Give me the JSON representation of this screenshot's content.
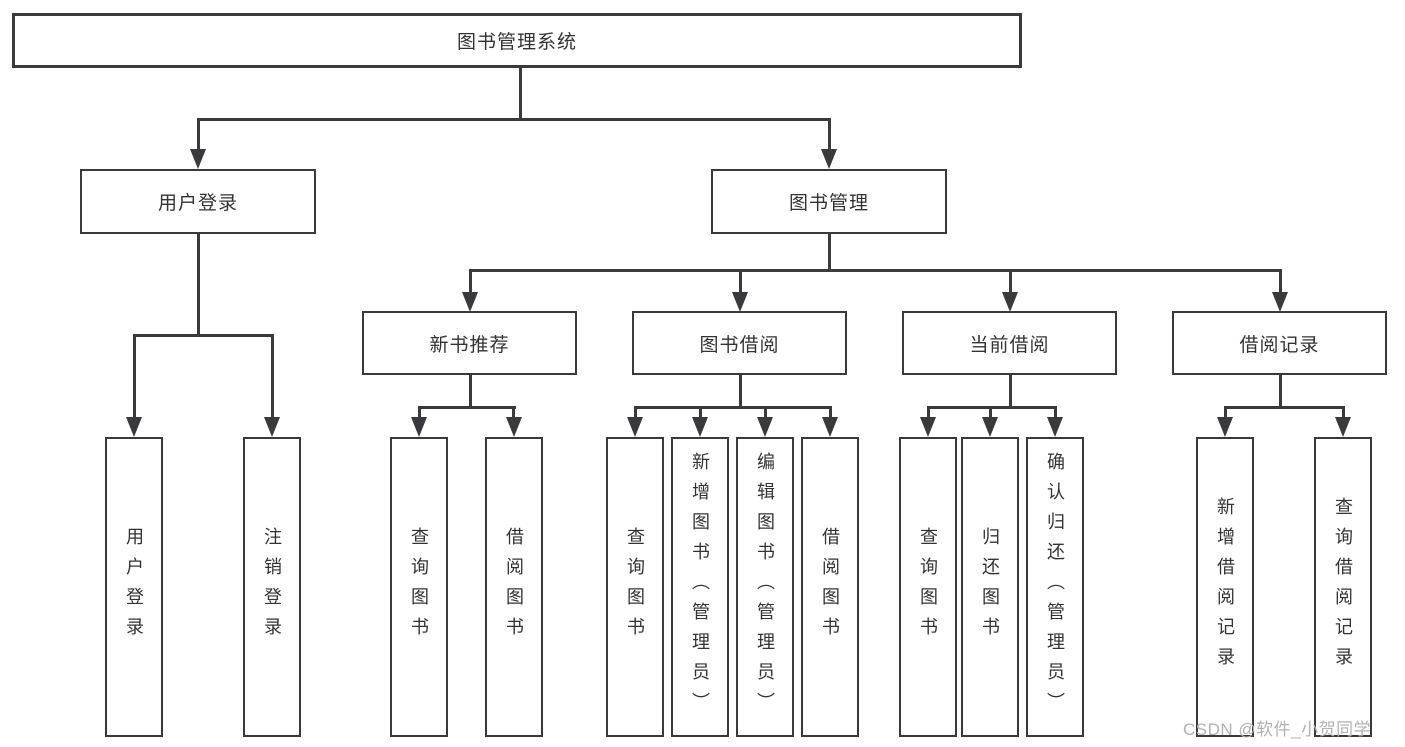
{
  "diagram": {
    "root": "图书管理系统",
    "level2": [
      "用户登录",
      "图书管理"
    ],
    "level3": [
      "新书推荐",
      "图书借阅",
      "当前借阅",
      "借阅记录"
    ],
    "leaf_groups": [
      [
        "用户登录",
        "注销登录"
      ],
      [
        "查询图书",
        "借阅图书"
      ],
      [
        "查询图书",
        "新增图书（管理员）",
        "编辑图书（管理员）",
        "借阅图书"
      ],
      [
        "查询图书",
        "归还图书",
        "确认归还（管理员）"
      ],
      [
        "新增借阅记录",
        "查询借阅记录"
      ]
    ]
  },
  "watermark": {
    "text": "CSDN @软件_小贺同学",
    "color": "#b2b2b2"
  },
  "colors": {
    "line": "#3a3a3c",
    "text": "#333333",
    "background": "#ffffff"
  }
}
